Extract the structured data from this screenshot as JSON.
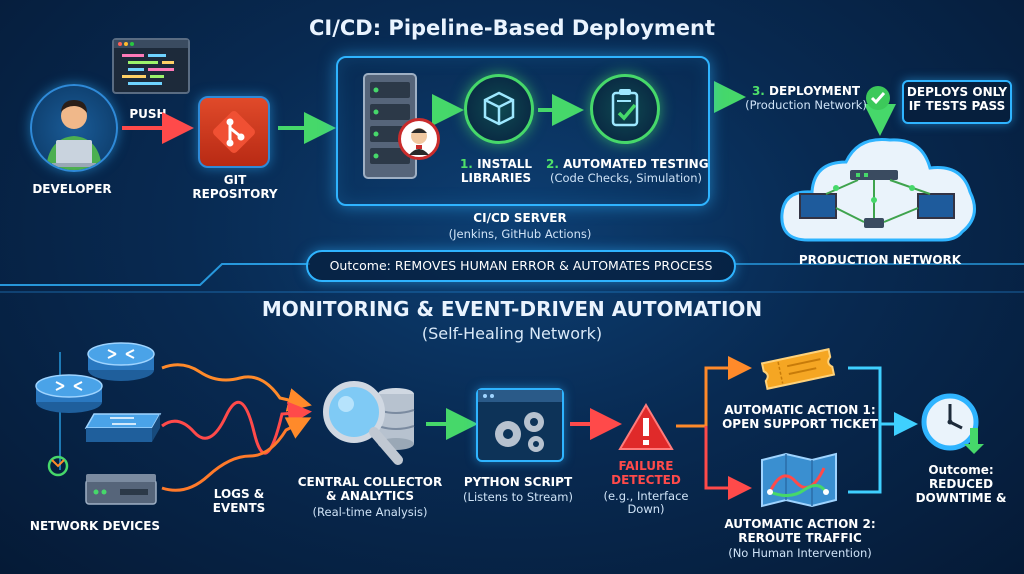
{
  "cicd": {
    "title": "CI/CD: Pipeline-Based Deployment",
    "developer_label": "DEVELOPER",
    "push_label": "PUSH",
    "git_label_line1": "GIT",
    "git_label_line2": "REPOSITORY",
    "step1_num": "1.",
    "step1_line1": "INSTALL",
    "step1_line2": "LIBRARIES",
    "step2_num": "2.",
    "step2_line1": "AUTOMATED TESTING",
    "step2_sub": "(Code Checks, Simulation)",
    "server_label": "CI/CD SERVER",
    "server_sub": "(Jenkins, GitHub Actions)",
    "step3_num": "3.",
    "step3_label": "DEPLOYMENT",
    "step3_sub": "(Production Network)",
    "callout_line1": "DEPLOYS ONLY",
    "callout_line2": "IF TESTS PASS",
    "prod_label": "PRODUCTION NETWORK",
    "outcome": "Outcome: REMOVES HUMAN ERROR & AUTOMATES PROCESS"
  },
  "monitoring": {
    "title": "MONITORING & EVENT-DRIVEN AUTOMATION",
    "subtitle": "(Self-Healing Network)",
    "devices_label": "NETWORK DEVICES",
    "logs_line1": "LOGS &",
    "logs_line2": "EVENTS",
    "collector_line1": "CENTRAL COLLECTOR",
    "collector_line2": "& ANALYTICS",
    "collector_sub": "(Real-time Analysis)",
    "script_label": "PYTHON SCRIPT",
    "script_sub": "(Listens to Stream)",
    "failure_line1": "FAILURE",
    "failure_line2": "DETECTED",
    "failure_sub1": "(e.g., Interface",
    "failure_sub2": "Down)",
    "action1_line1": "AUTOMATIC ACTION 1:",
    "action1_line2": "OPEN SUPPORT TICKET",
    "action2_line1": "AUTOMATIC ACTION 2:",
    "action2_line2": "REROUTE TRAFFIC",
    "action2_sub": "(No Human Intervention)",
    "outcome_line1": "Outcome:",
    "outcome_line2": "REDUCED",
    "outcome_line3": "DOWNTIME &"
  },
  "icons": [
    "developer-icon",
    "code-editor-icon",
    "git-icon",
    "server-icon",
    "jenkins-icon",
    "package-icon",
    "clipboard-check-icon",
    "checkmark-icon",
    "cloud-icon",
    "router-icon",
    "switch-icon",
    "magnifier-icon",
    "gears-icon",
    "warning-icon",
    "ticket-icon",
    "map-route-icon",
    "clock-icon"
  ],
  "colors": {
    "accent_blue": "#2fb4ff",
    "accent_green": "#46d86a",
    "alert_red": "#ff3b3b",
    "background": "#082a52"
  }
}
